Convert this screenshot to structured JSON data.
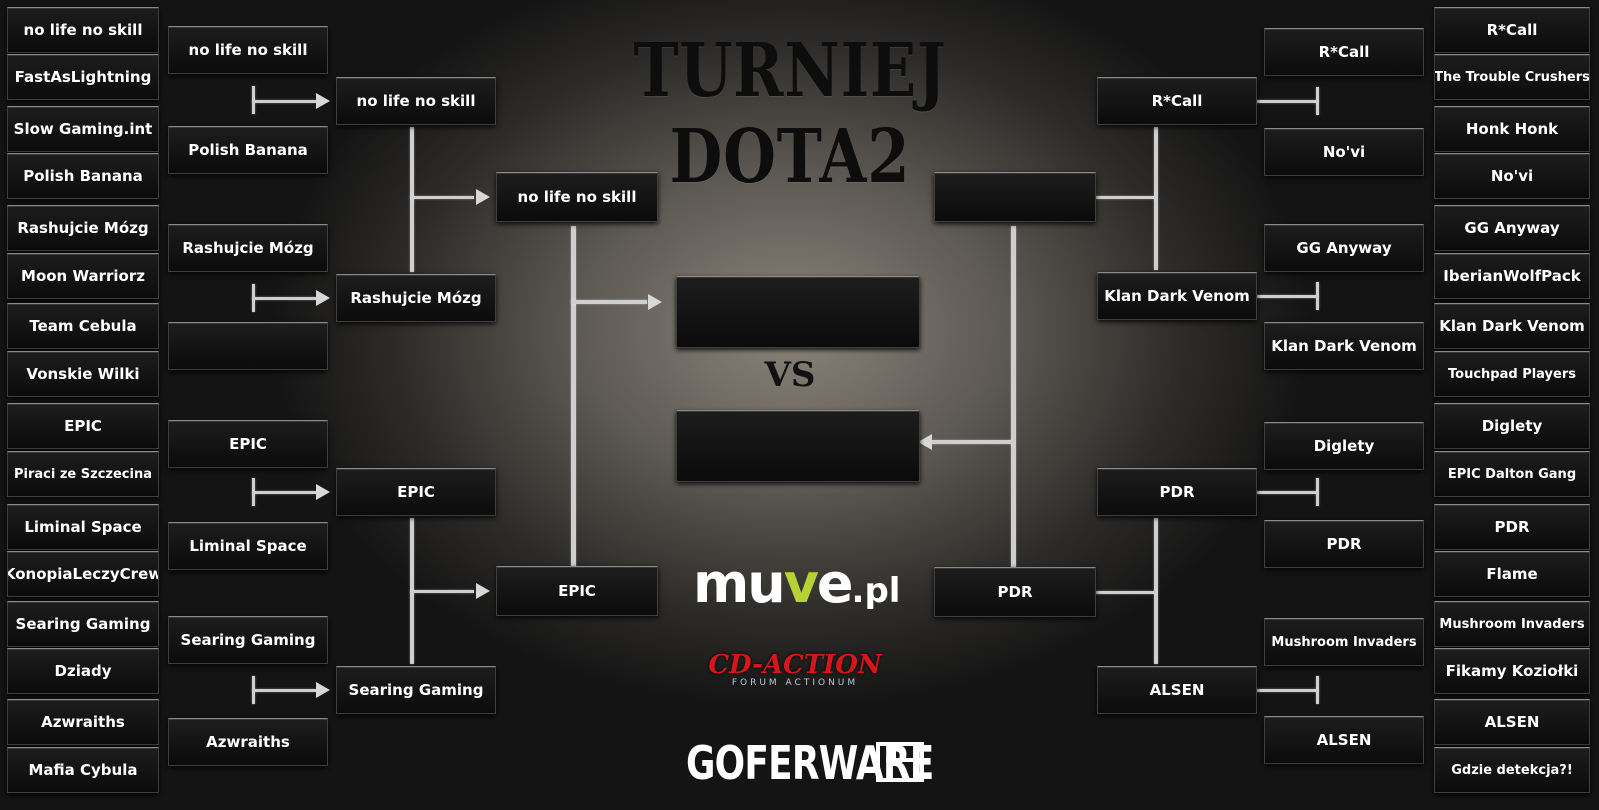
{
  "title": "TURNIEJ DOTA2",
  "vs": "VS",
  "logos": {
    "muve": "muve.pl",
    "cdaction": "CD-ACTION",
    "cdaction_sub": "FORUM ACTIONUM",
    "goferware": "GOFERWARE"
  },
  "left_round1": [
    "no life no skill",
    "FastAsLightning",
    "Slow Gaming.int",
    "Polish Banana",
    "Rashujcie Mózg",
    "Moon Warriorz",
    "Team Cebula",
    "Vonskie Wilki",
    "EPIC",
    "Piraci ze Szczecina",
    "Liminal Space",
    "KonopiaLeczyCrew",
    "Searing Gaming",
    "Dziady",
    "Azwraiths",
    "Mafia Cybula"
  ],
  "left_round2": [
    "no life no skill",
    "Polish Banana",
    "Rashujcie Mózg",
    "",
    "EPIC",
    "Liminal Space",
    "Searing Gaming",
    "Azwraiths"
  ],
  "left_round3": [
    "no life no skill",
    "Rashujcie Mózg",
    "EPIC",
    "Searing Gaming"
  ],
  "left_semi": [
    "no life no skill",
    "EPIC"
  ],
  "final": [
    "",
    ""
  ],
  "right_semi": [
    "",
    "PDR"
  ],
  "right_round3": [
    "R*Call",
    "Klan Dark Venom",
    "PDR",
    "ALSEN"
  ],
  "right_round2": [
    "R*Call",
    "No'vi",
    "GG Anyway",
    "Klan Dark Venom",
    "Diglety",
    "PDR",
    "Mushroom Invaders",
    "ALSEN"
  ],
  "right_round1": [
    "R*Call",
    "The Trouble Crushers",
    "Honk Honk",
    "No'vi",
    "GG Anyway",
    "IberianWolfPack",
    "Klan Dark Venom",
    "Touchpad Players",
    "Diglety",
    "EPIC Dalton Gang",
    "PDR",
    "Flame",
    "Mushroom Invaders",
    "Fikamy Koziołki",
    "ALSEN",
    "Gdzie detekcja?!"
  ]
}
